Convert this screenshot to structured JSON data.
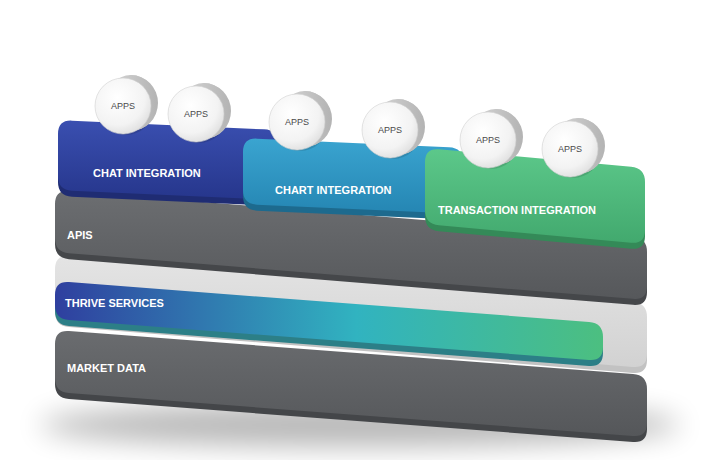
{
  "diagram": {
    "nodes": [
      {
        "text": [
          "APPS"
        ]
      },
      {
        "text": [
          "APPS"
        ]
      },
      {
        "text": [
          "APPS"
        ]
      },
      {
        "text": [
          "APPS"
        ]
      },
      {
        "text": [
          "APPS"
        ]
      },
      {
        "text": [
          "APPS"
        ]
      },
      {
        "text": [
          "CHAT INTEGRATION"
        ]
      },
      {
        "text": [
          "CHART INTEGRATION"
        ]
      },
      {
        "text": [
          "TRANSACTION INTEGRATION"
        ]
      },
      {
        "text": [
          "APIS"
        ]
      },
      {
        "text": [
          "THRIVE SERVICES"
        ]
      },
      {
        "text": [
          "MARKET DATA"
        ]
      }
    ]
  }
}
